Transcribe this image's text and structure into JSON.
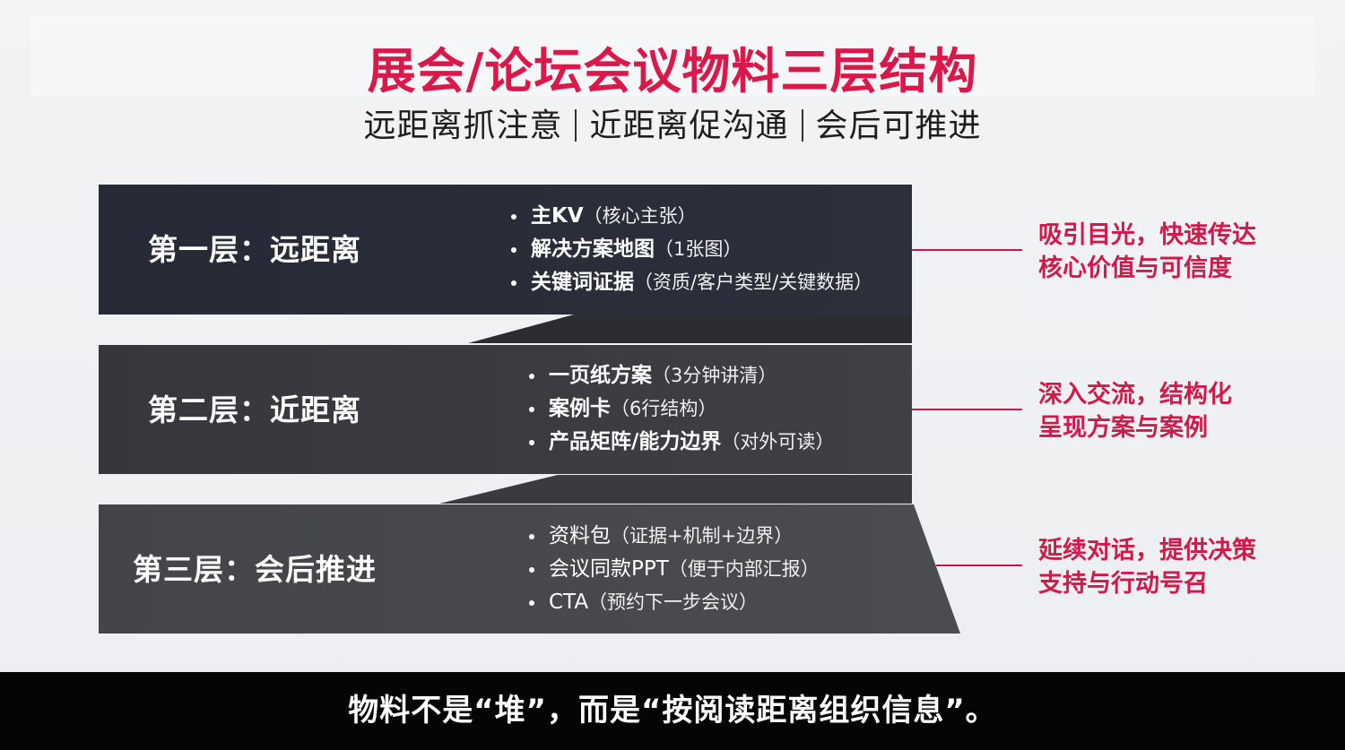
{
  "header": {
    "title": "展会/论坛会议物料三层结构",
    "subtitle_parts": [
      "远距离抓注意",
      "近距离促沟通",
      "会后可推进"
    ]
  },
  "layers": [
    {
      "label": "第一层：远距离",
      "items": [
        {
          "main": "主KV",
          "note": "（核心主张）"
        },
        {
          "main": "解决方案地图",
          "note": "（1张图）"
        },
        {
          "main": "关键词证据",
          "note": "（资质/客户类型/关键数据）"
        }
      ],
      "note_lines": [
        "吸引目光，快速传达",
        "核心价值与可信度"
      ]
    },
    {
      "label": "第二层：近距离",
      "items": [
        {
          "main": "一页纸方案",
          "note": "（3分钟讲清）"
        },
        {
          "main": "案例卡",
          "note": "（6行结构）"
        },
        {
          "main": "产品矩阵/能力边界",
          "note": "（对外可读）"
        }
      ],
      "note_lines": [
        "深入交流，结构化",
        "呈现方案与案例"
      ]
    },
    {
      "label": "第三层：会后推进",
      "items": [
        {
          "main": "资料包",
          "note": "（证据+机制+边界）"
        },
        {
          "main": "会议同款PPT",
          "note": "（便于内部汇报）"
        },
        {
          "main": "CTA",
          "note": "（预约下一步会议）"
        }
      ],
      "note_lines": [
        "延续对话，提供决策",
        "支持与行动号召"
      ]
    }
  ],
  "footer": {
    "caption": "物料不是“堆”，而是“按阅读距离组织信息”。"
  },
  "colors": {
    "accent": "#d8194a",
    "layer1": "#262a36",
    "layer2": "#3a3b40",
    "layer3": "#48494d",
    "footer_bg": "#050505"
  }
}
